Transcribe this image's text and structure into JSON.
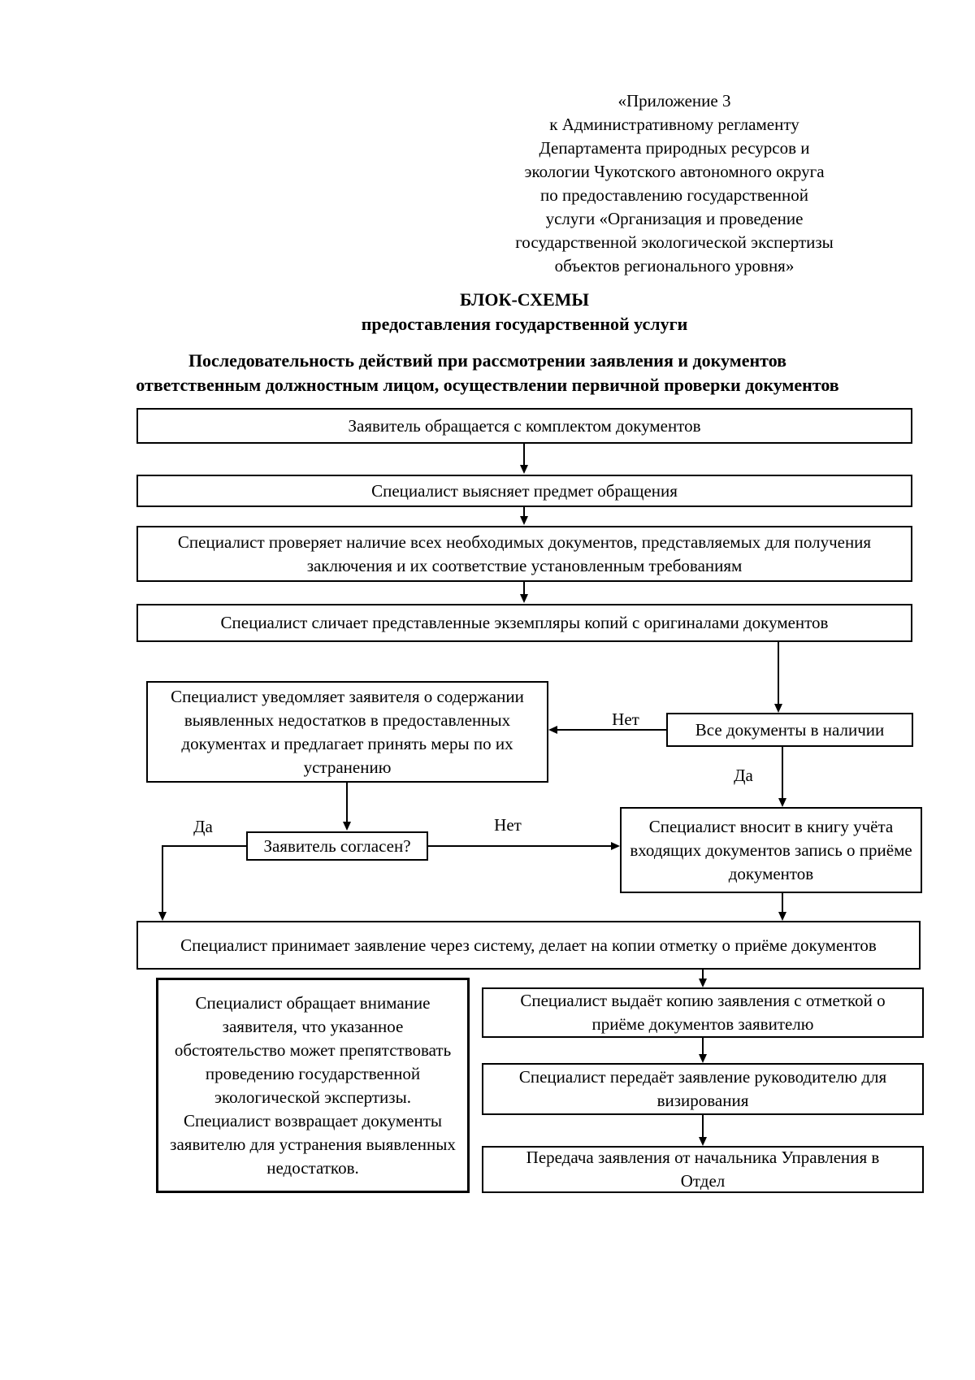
{
  "header": {
    "lines": [
      "«Приложение 3",
      "к Административному регламенту",
      "Департамента природных ресурсов и",
      "экологии Чукотского автономного округа",
      "по предоставлению государственной",
      "услуги «Организация и проведение",
      "государственной экологической экспертизы",
      "объектов регионального уровня»"
    ]
  },
  "titles": {
    "main": "БЛОК-СХЕМЫ",
    "sub": "предоставления государственной услуги"
  },
  "section": {
    "line1": "Последовательность действий при рассмотрении заявления и документов",
    "line2": "ответственным должностным лицом, осуществлении первичной проверки документов"
  },
  "flowchart": {
    "boxes": {
      "applicant_submits": "Заявитель обращается с комплектом документов",
      "clarifies_subject": "Специалист выясняет предмет обращения",
      "checks_documents": "Специалист проверяет наличие всех необходимых документов, представляемых для получения заключения и их соответствие установленным требованиям",
      "compares_copies": "Специалист сличает представленные экземпляры копий с оригиналами документов",
      "notifies_defects": "Специалист уведомляет заявителя о содержании выявленных недостатков в предоставленных документах и предлагает принять меры по их устранению",
      "all_documents_present": "Все документы в наличии",
      "records_in_book": "Специалист вносит в книгу учёта входящих документов запись о приёме документов",
      "applicant_agrees": "Заявитель согласен?",
      "accepts_application": "Специалист принимает заявление через систему, делает на копии отметку о приёме документов",
      "draws_attention": "Специалист обращает внимание заявителя, что указанное обстоятельство может препятствовать проведению государственной экологической экспертизы. Специалист возвращает документы заявителю для устранения выявленных недостатков.",
      "issues_copy": "Специалист выдаёт копию заявления с отметкой о приёме документов заявителю",
      "passes_to_head": "Специалист передаёт заявление руководителю для визирования",
      "transfer_to_department": "Передача заявления от начальника Управления в Отдел"
    },
    "labels": {
      "yes": "Да",
      "no": "Нет"
    }
  },
  "colors": {
    "background": "#ffffff",
    "line": "#000000",
    "text": "#000000"
  }
}
